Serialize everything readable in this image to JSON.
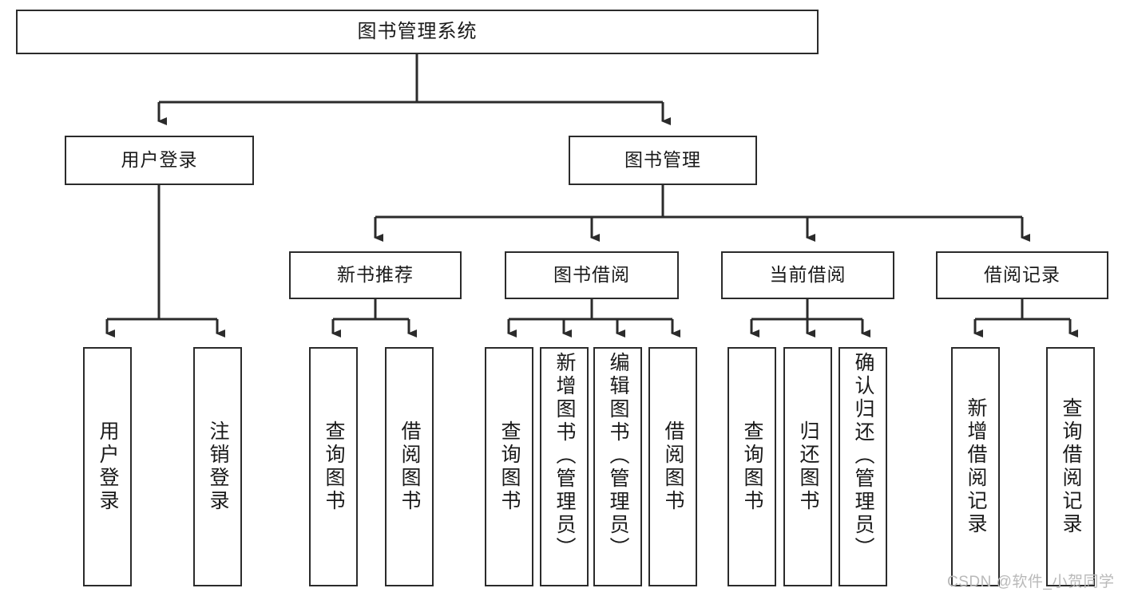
{
  "diagram": {
    "title": "图书管理系统",
    "type": "hierarchy-tree",
    "nodes": {
      "root": {
        "label": "图书管理系统",
        "orientation": "horizontal"
      },
      "level2": [
        {
          "id": "user-login",
          "label": "用户登录",
          "orientation": "horizontal"
        },
        {
          "id": "book-management",
          "label": "图书管理",
          "orientation": "horizontal"
        }
      ],
      "level3": [
        {
          "id": "new-book-recommend",
          "label": "新书推荐",
          "orientation": "horizontal"
        },
        {
          "id": "book-borrow",
          "label": "图书借阅",
          "orientation": "horizontal"
        },
        {
          "id": "current-borrow",
          "label": "当前借阅",
          "orientation": "horizontal"
        },
        {
          "id": "borrow-record",
          "label": "借阅记录",
          "orientation": "horizontal"
        }
      ],
      "leaves": [
        {
          "id": "leaf-user-login",
          "label": "用户登录",
          "parent": "user-login",
          "orientation": "vertical"
        },
        {
          "id": "leaf-user-logout",
          "label": "注销登录",
          "parent": "user-login",
          "orientation": "vertical"
        },
        {
          "id": "leaf-query-book-1",
          "label": "查询图书",
          "parent": "new-book-recommend",
          "orientation": "vertical"
        },
        {
          "id": "leaf-borrow-book-1",
          "label": "借阅图书",
          "parent": "new-book-recommend",
          "orientation": "vertical"
        },
        {
          "id": "leaf-query-book-2",
          "label": "查询图书",
          "parent": "book-borrow",
          "orientation": "vertical"
        },
        {
          "id": "leaf-add-book",
          "label": "新增图书（管理员）",
          "parent": "book-borrow",
          "orientation": "vertical"
        },
        {
          "id": "leaf-edit-book",
          "label": "编辑图书（管理员）",
          "parent": "book-borrow",
          "orientation": "vertical"
        },
        {
          "id": "leaf-borrow-book-2",
          "label": "借阅图书",
          "parent": "book-borrow",
          "orientation": "vertical"
        },
        {
          "id": "leaf-query-book-3",
          "label": "查询图书",
          "parent": "current-borrow",
          "orientation": "vertical"
        },
        {
          "id": "leaf-return-book",
          "label": "归还图书",
          "parent": "current-borrow",
          "orientation": "vertical"
        },
        {
          "id": "leaf-confirm-return",
          "label": "确认归还（管理员）",
          "parent": "current-borrow",
          "orientation": "vertical"
        },
        {
          "id": "leaf-add-record",
          "label": "新增借阅记录",
          "parent": "borrow-record",
          "orientation": "vertical"
        },
        {
          "id": "leaf-query-record",
          "label": "查询借阅记录",
          "parent": "borrow-record",
          "orientation": "vertical"
        }
      ]
    },
    "colors": {
      "stroke": "#2b2b2b",
      "fill": "#ffffff",
      "text": "#1a1a1a",
      "watermark": "#b9b9b9"
    }
  },
  "watermark": {
    "text": "CSDN @软件_小贺同学"
  }
}
